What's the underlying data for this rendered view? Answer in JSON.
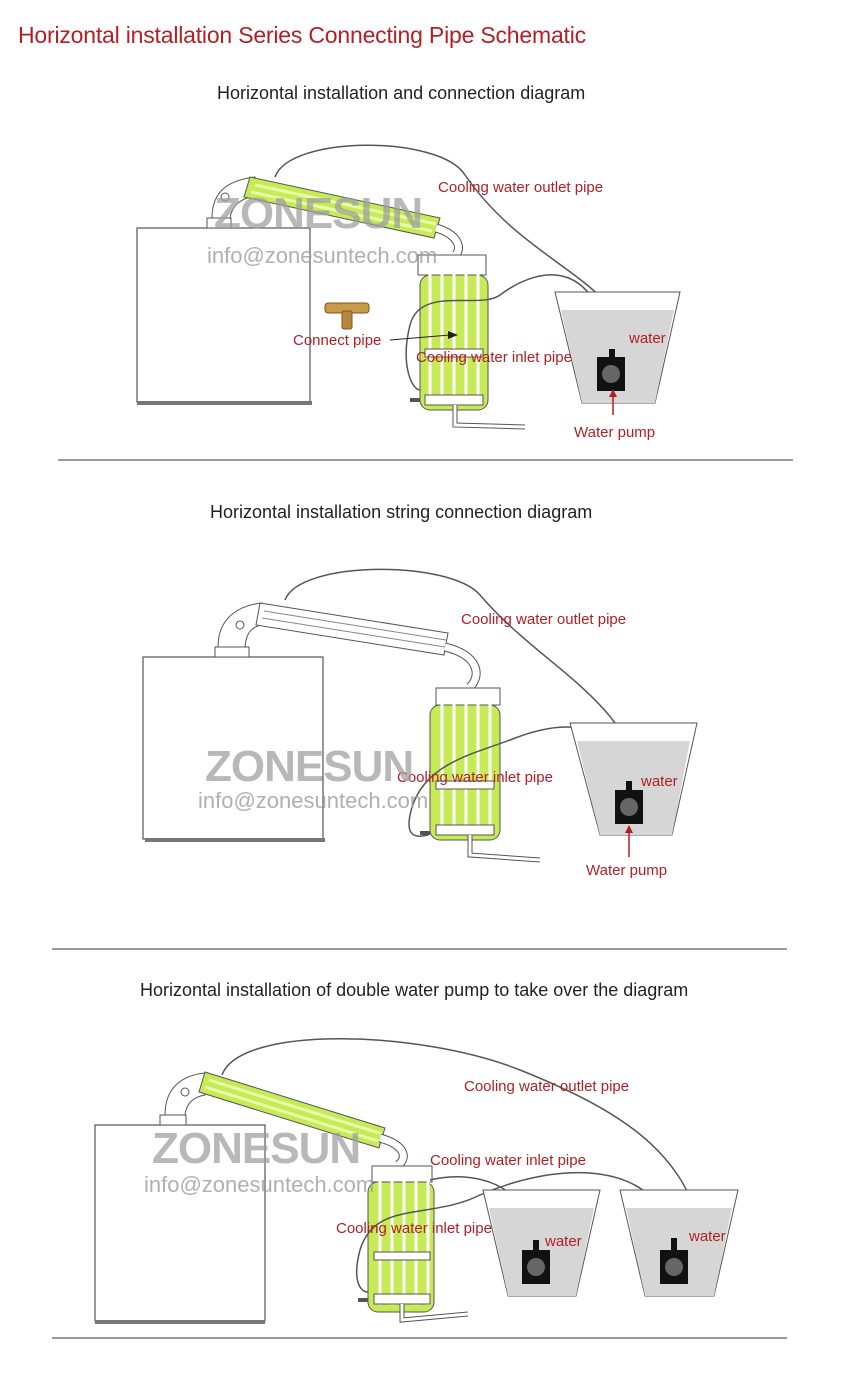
{
  "page": {
    "title": "Horizontal installation Series Connecting Pipe Schematic"
  },
  "colors": {
    "title_red": "#b21f24",
    "label_red": "#b21f24",
    "condenser_green": "#c7ea57",
    "water_grey": "#d6d6d6",
    "divider": "#9a9a9a"
  },
  "watermark": {
    "brand": "ZONESUN",
    "email": "info@zonesuntech.com"
  },
  "sections": [
    {
      "heading": "Horizontal installation and connection diagram",
      "labels": {
        "outlet_pipe": "Cooling water outlet pipe",
        "connect_pipe": "Connect pipe",
        "inlet_pipe": "Cooling water inlet pipe",
        "water": "water",
        "water_pump": "Water pump"
      }
    },
    {
      "heading": "Horizontal installation string connection diagram",
      "labels": {
        "outlet_pipe": "Cooling water outlet pipe",
        "inlet_pipe": "Cooling water inlet pipe",
        "water": "water",
        "water_pump": "Water pump"
      }
    },
    {
      "heading": "Horizontal installation of double water pump to take over the diagram",
      "labels": {
        "outlet_pipe": "Cooling water outlet pipe",
        "inlet_pipe_upper": "Cooling water inlet pipe",
        "inlet_pipe_lower": "Cooling water inlet pipe",
        "water_left": "water",
        "water_right": "water"
      }
    }
  ]
}
